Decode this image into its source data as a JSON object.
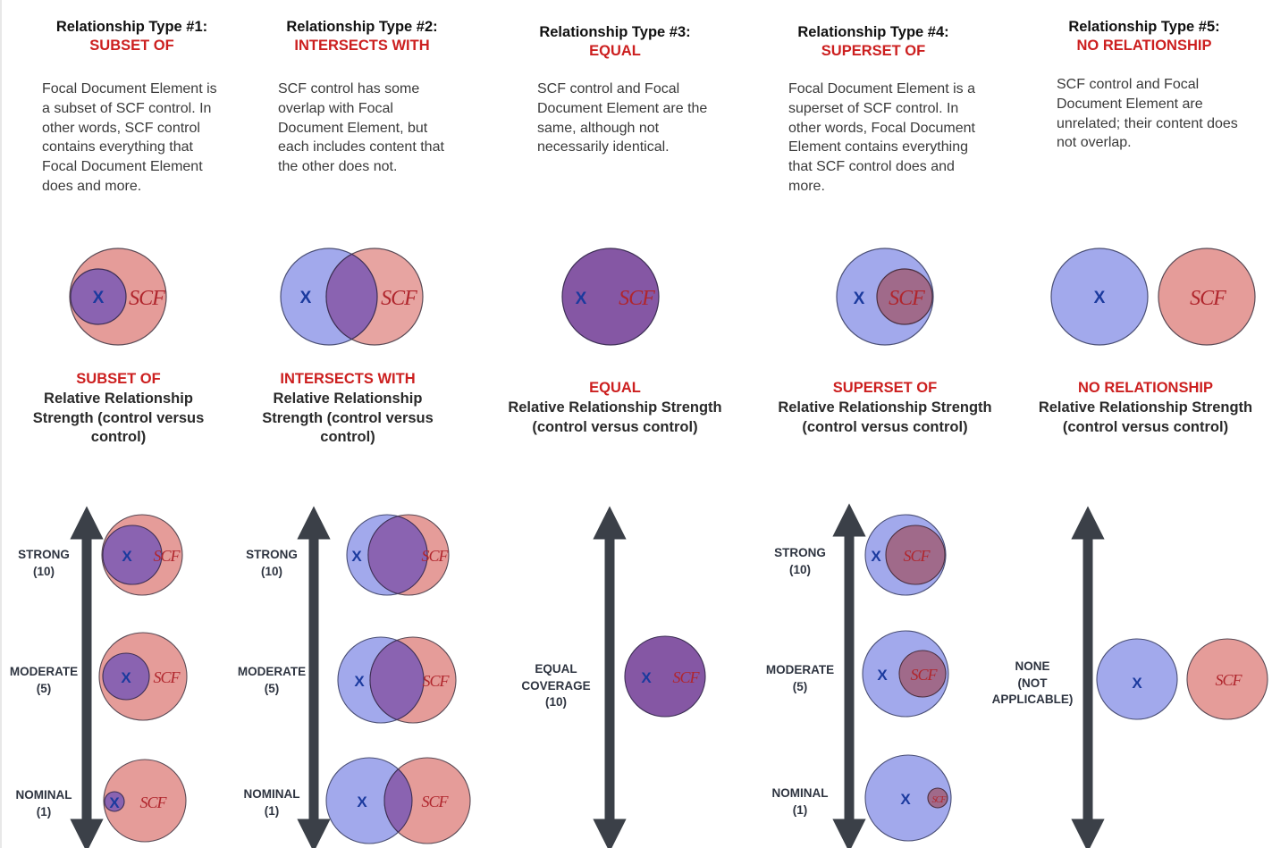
{
  "colors": {
    "blue_fill": "#a2a9ec",
    "red_fill": "#e59c99",
    "overlap_fill": "#8a63b1",
    "equal_fill": "#8557a4",
    "superset_inner": "#a06a8a",
    "heading_red": "#cc1f1f",
    "arrow": "#3b4048",
    "x_text": "#1b3a9e",
    "scf_text": "#b0262d"
  },
  "columns": [
    {
      "heading": "Relationship Type #1:",
      "type_name": "SUBSET OF",
      "description": [
        "Focal Document Element is",
        "a subset of SCF control. In",
        "other words, SCF control",
        "contains everything that",
        "Focal Document Element",
        "does and more."
      ],
      "sub_red": "SUBSET OF",
      "sub_black": [
        "Relative Relationship",
        "Strength (control versus",
        "control)"
      ],
      "levels": [
        {
          "label": [
            "STRONG",
            "(10)"
          ]
        },
        {
          "label": [
            "MODERATE",
            "(5)"
          ]
        },
        {
          "label": [
            "NOMINAL",
            "(1)"
          ]
        }
      ]
    },
    {
      "heading": "Relationship Type #2:",
      "type_name": "INTERSECTS WITH",
      "description": [
        "SCF control has some",
        "overlap with Focal",
        "Document Element, but",
        "each includes content that",
        "the other does not."
      ],
      "sub_red": "INTERSECTS WITH",
      "sub_black": [
        "Relative Relationship",
        "Strength (control versus",
        "control)"
      ],
      "levels": [
        {
          "label": [
            "STRONG",
            "(10)"
          ]
        },
        {
          "label": [
            "MODERATE",
            "(5)"
          ]
        },
        {
          "label": [
            "NOMINAL",
            "(1)"
          ]
        }
      ]
    },
    {
      "heading": "Relationship Type #3:",
      "type_name": "EQUAL",
      "description": [
        "SCF control and Focal",
        "Document Element are the",
        "same, although not",
        "necessarily identical."
      ],
      "sub_red": "EQUAL",
      "sub_black": [
        "Relative Relationship Strength",
        "(control versus control)"
      ],
      "levels": [
        {
          "label": [
            "EQUAL",
            "COVERAGE",
            "(10)"
          ]
        }
      ]
    },
    {
      "heading": "Relationship Type #4:",
      "type_name": "SUPERSET OF",
      "description": [
        "Focal Document Element is a",
        "superset of SCF control. In",
        "other words, Focal Document",
        "Element contains everything",
        "that SCF control does and",
        "more."
      ],
      "sub_red": "SUPERSET OF",
      "sub_black": [
        "Relative Relationship Strength",
        "(control versus control)"
      ],
      "levels": [
        {
          "label": [
            "STRONG",
            "(10)"
          ]
        },
        {
          "label": [
            "MODERATE",
            "(5)"
          ]
        },
        {
          "label": [
            "NOMINAL",
            "(1)"
          ]
        }
      ]
    },
    {
      "heading": "Relationship Type #5:",
      "type_name": "NO RELATIONSHIP",
      "description": [
        "SCF control and Focal",
        "Document Element are",
        "unrelated; their content does",
        "not overlap."
      ],
      "sub_red": "NO RELATIONSHIP",
      "sub_black": [
        "Relative Relationship Strength",
        "(control versus control)"
      ],
      "levels": [
        {
          "label": [
            "NONE",
            "(NOT",
            "APPLICABLE)"
          ]
        }
      ]
    }
  ],
  "diagram_labels": {
    "x": "X",
    "scf": "SCF"
  }
}
